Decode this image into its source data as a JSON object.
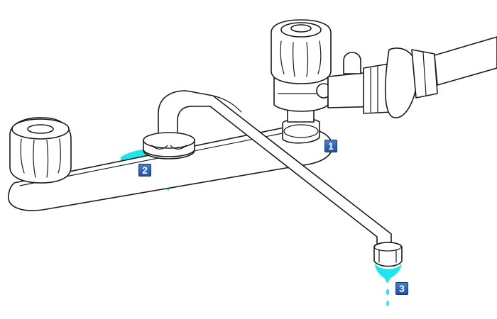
{
  "markers": [
    {
      "id": "leak-1",
      "label": "1"
    },
    {
      "id": "leak-2",
      "label": "2"
    },
    {
      "id": "leak-3",
      "label": "3"
    }
  ],
  "colors": {
    "leak_water": "#1ee6f0",
    "marker_top": "#4a7fd0",
    "marker_bottom": "#1a4ea8",
    "outline": "#1a1a1a"
  },
  "icons": {
    "left_handle": "faucet-handle-icon",
    "right_handle": "faucet-handle-icon",
    "hose": "hose-connector-icon"
  }
}
